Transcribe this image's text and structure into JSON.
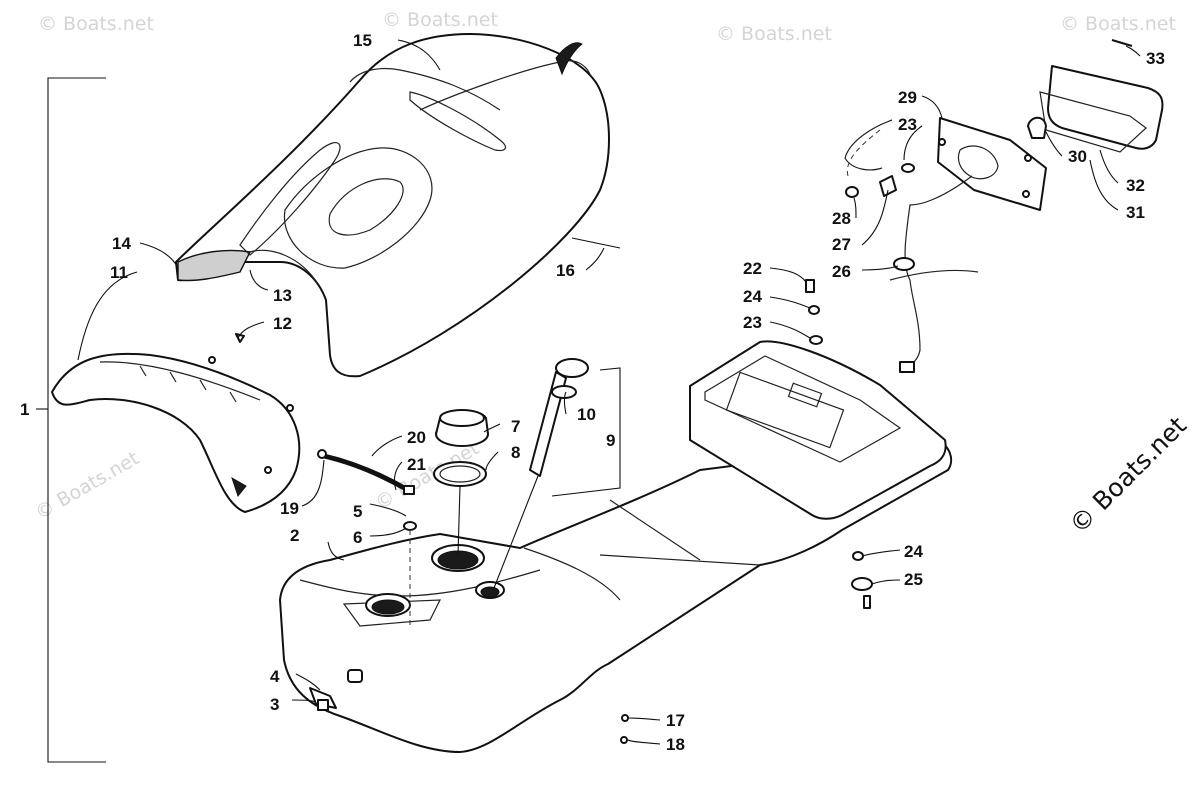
{
  "watermark": {
    "text": "© Boats.net"
  },
  "callouts": [
    {
      "id": "c1",
      "label": "1"
    },
    {
      "id": "c2",
      "label": "2"
    },
    {
      "id": "c3",
      "label": "3"
    },
    {
      "id": "c4",
      "label": "4"
    },
    {
      "id": "c5",
      "label": "5"
    },
    {
      "id": "c6",
      "label": "6"
    },
    {
      "id": "c7",
      "label": "7"
    },
    {
      "id": "c8",
      "label": "8"
    },
    {
      "id": "c9",
      "label": "9"
    },
    {
      "id": "c10",
      "label": "10"
    },
    {
      "id": "c11",
      "label": "11"
    },
    {
      "id": "c12",
      "label": "12"
    },
    {
      "id": "c13",
      "label": "13"
    },
    {
      "id": "c14",
      "label": "14"
    },
    {
      "id": "c15",
      "label": "15"
    },
    {
      "id": "c16",
      "label": "16"
    },
    {
      "id": "c17",
      "label": "17"
    },
    {
      "id": "c18",
      "label": "18"
    },
    {
      "id": "c19",
      "label": "19"
    },
    {
      "id": "c20",
      "label": "20"
    },
    {
      "id": "c21",
      "label": "21"
    },
    {
      "id": "c22",
      "label": "22"
    },
    {
      "id": "c23a",
      "label": "23"
    },
    {
      "id": "c23b",
      "label": "23"
    },
    {
      "id": "c24a",
      "label": "24"
    },
    {
      "id": "c24b",
      "label": "24"
    },
    {
      "id": "c25",
      "label": "25"
    },
    {
      "id": "c26",
      "label": "26"
    },
    {
      "id": "c27",
      "label": "27"
    },
    {
      "id": "c28",
      "label": "28"
    },
    {
      "id": "c29",
      "label": "29"
    },
    {
      "id": "c30",
      "label": "30"
    },
    {
      "id": "c31",
      "label": "31"
    },
    {
      "id": "c32",
      "label": "32"
    },
    {
      "id": "c33",
      "label": "33"
    }
  ]
}
